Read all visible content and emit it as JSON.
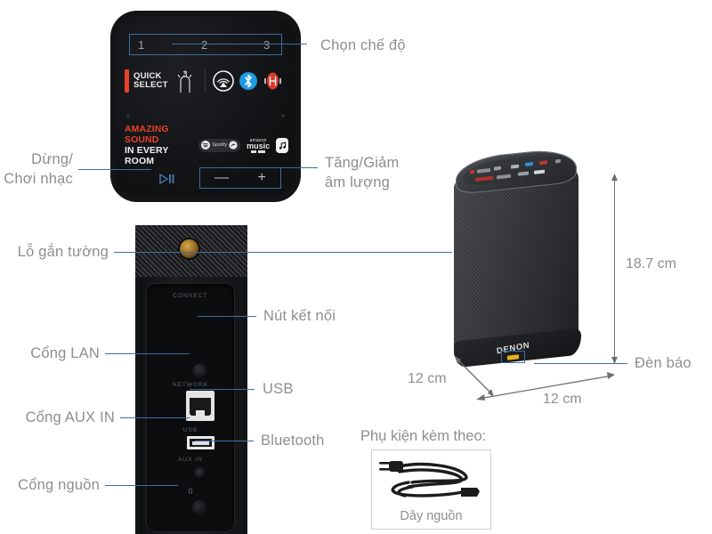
{
  "page": {
    "background": "#ffffff",
    "accent_line_color": "#3f6e9e",
    "label_color": "#8e8e8e",
    "brand": "DENON"
  },
  "callouts": {
    "mode_select": "Chọn chế độ",
    "play_pause": "Dừng/\nChơi nhạc",
    "volume": "Tăng/Giảm\nâm lượng",
    "wall_mount": "Lỗ gắn tường",
    "lan_port": "Cổng LAN",
    "aux_port": "Cổng AUX IN",
    "power_port": "Cổng nguồn",
    "connect_button": "Nút kết nối",
    "usb": "USB",
    "bluetooth": "Bluetooth",
    "indicator_light": "Đèn báo"
  },
  "top_panel": {
    "preset_numbers": [
      "1",
      "2",
      "3"
    ],
    "quick_select_line1": "QUICK",
    "quick_select_line2": "SELECT",
    "press_count_badge": "3",
    "tagline_line1": "AMAZING SOUND",
    "tagline_line2": "IN EVERY ROOM",
    "spotify_label": "Spotify",
    "amazon_line1": "amazon",
    "amazon_line2": "music",
    "play_pause_glyph": "▶❚❚",
    "volume_minus": "—",
    "volume_plus": "+",
    "icons": {
      "quick_select_bar": "red-bar-icon",
      "hand_press": "hand-press-icon",
      "airplay": "airplay-icon",
      "bluetooth": "bluetooth-icon",
      "aux_audio": "aux-audio-icon",
      "spotify": "spotify-icon",
      "amazon_music": "amazon-music-icon",
      "apple_music": "apple-music-icon"
    },
    "colors": {
      "panel": "#121315",
      "red": "#e8402a",
      "bluetooth_blue": "#1e9ae0"
    }
  },
  "rear_panel": {
    "port_labels": {
      "connect": "CONNECT",
      "network": "NETWORK",
      "usb": "USB",
      "aux_in": "AUX IN",
      "bluetooth_glyph": "0"
    }
  },
  "dimensions": {
    "height": "18.7 cm",
    "depth": "12 cm",
    "width": "12 cm"
  },
  "accessories": {
    "title": "Phụ kiện kèm theo:",
    "items": [
      {
        "name": "Dây nguồn",
        "icon": "power-cable-icon"
      }
    ]
  }
}
